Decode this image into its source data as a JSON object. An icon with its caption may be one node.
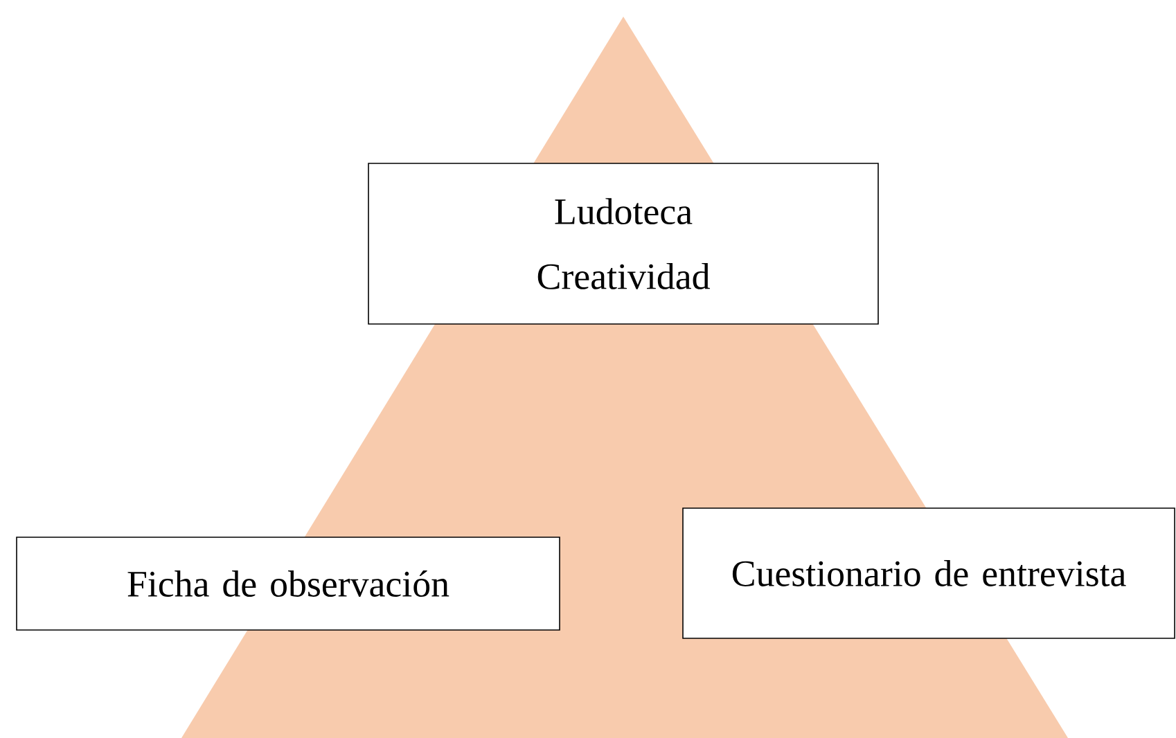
{
  "diagram": {
    "nodes": [
      {
        "text": [
          "Ludoteca",
          "Creatividad"
        ]
      },
      {
        "text": [
          "Ficha de observación"
        ]
      },
      {
        "text": [
          "Cuestionario de entrevista"
        ]
      }
    ]
  }
}
